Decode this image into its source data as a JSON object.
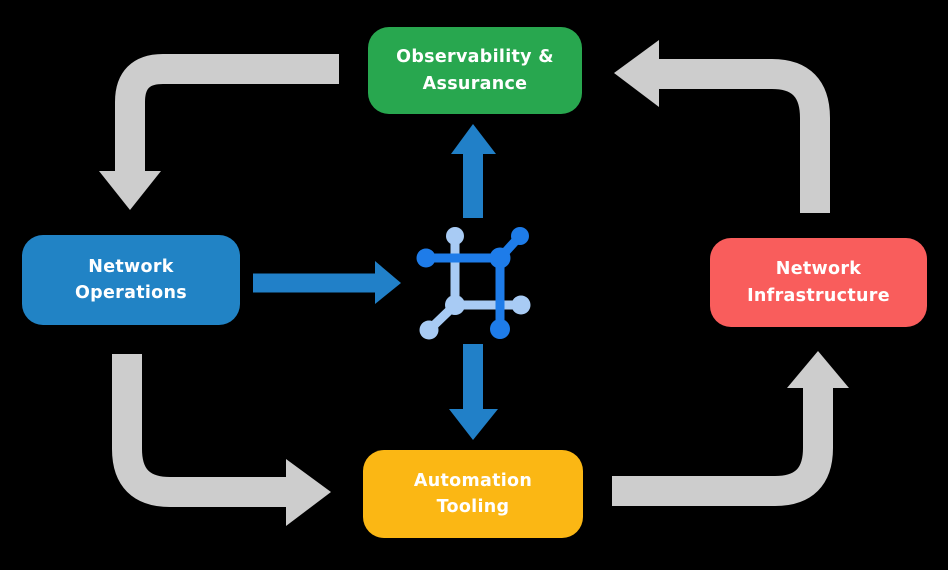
{
  "diagram": {
    "background_color": "#000000",
    "nodes": {
      "observability": {
        "label": "Observability &\nAssurance",
        "color": "#28a74f"
      },
      "operations": {
        "label": "Network\nOperations",
        "color": "#2183c5"
      },
      "infrastructure": {
        "label": "Network\nInfrastructure",
        "color": "#f95d5c"
      },
      "automation": {
        "label": "Automation\nTooling",
        "color": "#fbb714"
      }
    },
    "center_icon": {
      "name": "network-fabric-icon",
      "color_dark": "#1e7ce9",
      "color_light": "#a8cbf4"
    },
    "colors": {
      "cycle_arrow": "#cdcdcd",
      "hub_arrow": "#2180c8",
      "label_text": "#ffffff"
    },
    "connections": {
      "cycle": [
        {
          "from": "observability-assurance",
          "to": "network-operations"
        },
        {
          "from": "network-operations",
          "to": "automation-tooling"
        },
        {
          "from": "automation-tooling",
          "to": "network-infrastructure"
        },
        {
          "from": "network-infrastructure",
          "to": "observability-assurance"
        }
      ],
      "hub": [
        {
          "from": "network-operations",
          "to": "center-icon"
        },
        {
          "from": "center-icon",
          "to": "observability-assurance"
        },
        {
          "from": "center-icon",
          "to": "automation-tooling"
        }
      ]
    }
  }
}
